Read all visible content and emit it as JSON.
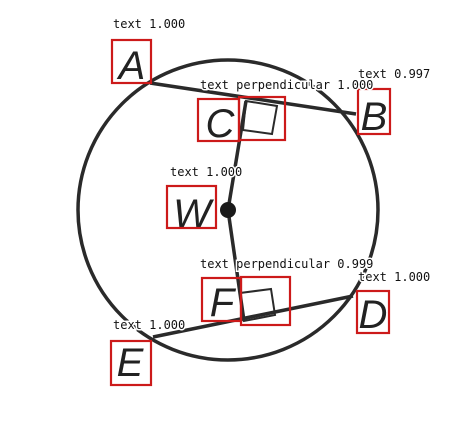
{
  "diagram": {
    "points": [
      {
        "id": "A",
        "label": "A"
      },
      {
        "id": "B",
        "label": "B"
      },
      {
        "id": "C",
        "label": "C"
      },
      {
        "id": "W",
        "label": "W"
      },
      {
        "id": "F",
        "label": "F"
      },
      {
        "id": "D",
        "label": "D"
      },
      {
        "id": "E",
        "label": "E"
      }
    ],
    "segments": [
      "AB",
      "ED",
      "WC",
      "WF"
    ],
    "right_angles": [
      "C",
      "F"
    ],
    "center": "W"
  },
  "detections": [
    {
      "id": "text-A",
      "tag": "text 1.000"
    },
    {
      "id": "text-B",
      "tag": "text 0.997"
    },
    {
      "id": "perp-C",
      "tag": "text perpendicular 1.000"
    },
    {
      "id": "text-W",
      "tag": "text 1.000"
    },
    {
      "id": "perp-F",
      "tag": "text perpendicular 0.999"
    },
    {
      "id": "text-D",
      "tag": "text 1.000"
    },
    {
      "id": "text-E",
      "tag": "text 1.000"
    }
  ],
  "colors": {
    "line": "#2a2a2a",
    "box": "#cc1a1a",
    "label": "#222222"
  }
}
